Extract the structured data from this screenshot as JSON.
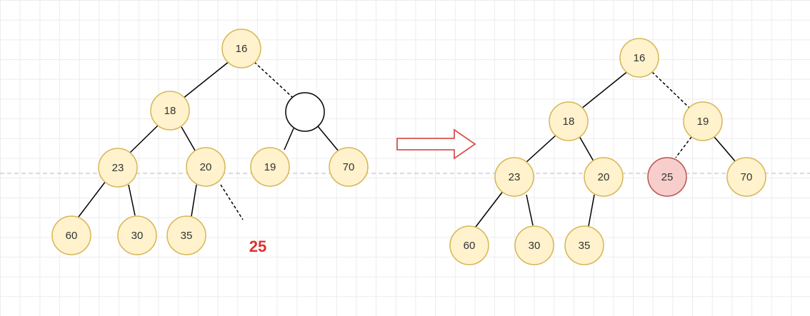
{
  "colors": {
    "node_fill": "#fff2cc",
    "node_stroke": "#d6b656",
    "highlight_fill": "#f8cecc",
    "highlight_stroke": "#b85450",
    "empty_fill": "#ffffff",
    "empty_stroke": "#000000",
    "arrow_stroke": "#d9534f",
    "inserted_text": "#e03030",
    "guide_line": "#c8c0d8"
  },
  "left_tree": {
    "nodes": [
      {
        "id": "l16",
        "label": "16"
      },
      {
        "id": "l18",
        "label": "18"
      },
      {
        "id": "lhole",
        "label": ""
      },
      {
        "id": "l23",
        "label": "23"
      },
      {
        "id": "l20",
        "label": "20"
      },
      {
        "id": "l19",
        "label": "19"
      },
      {
        "id": "l70",
        "label": "70"
      },
      {
        "id": "l60",
        "label": "60"
      },
      {
        "id": "l30",
        "label": "30"
      },
      {
        "id": "l35",
        "label": "35"
      }
    ],
    "inserted_value": "25"
  },
  "right_tree": {
    "nodes": [
      {
        "id": "r16",
        "label": "16"
      },
      {
        "id": "r18",
        "label": "18"
      },
      {
        "id": "r19",
        "label": "19"
      },
      {
        "id": "r23",
        "label": "23"
      },
      {
        "id": "r20",
        "label": "20"
      },
      {
        "id": "r25",
        "label": "25"
      },
      {
        "id": "r70",
        "label": "70"
      },
      {
        "id": "r60",
        "label": "60"
      },
      {
        "id": "r30",
        "label": "30"
      },
      {
        "id": "r35",
        "label": "35"
      }
    ]
  }
}
